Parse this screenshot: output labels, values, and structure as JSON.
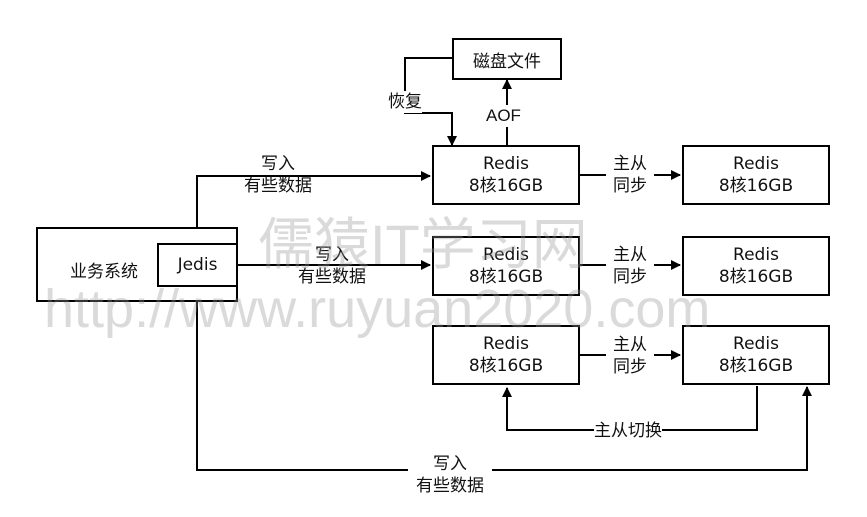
{
  "nodes": {
    "business_system": "业务系统",
    "jedis": "Jedis",
    "disk_file": "磁盘文件",
    "redis_title": "Redis",
    "redis_spec": "8核16GB"
  },
  "edge_labels": {
    "write": "写入",
    "some_data": "有些数据",
    "master_slave": "主从",
    "sync": "同步",
    "restore": "恢复",
    "aof": "AOF",
    "failover": "主从切换"
  },
  "watermark": {
    "line1": "儒猿IT学习网",
    "line2": "http://www.ruyuan2020.com"
  }
}
